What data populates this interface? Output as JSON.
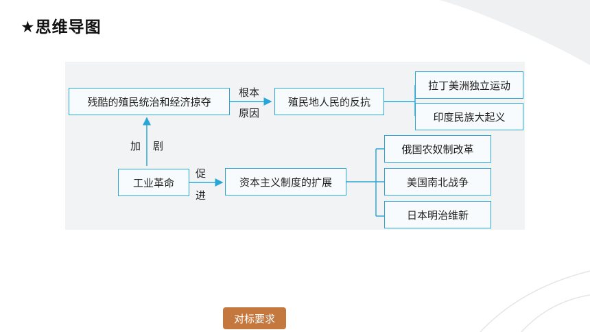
{
  "title": "★思维导图",
  "diagram": {
    "nodes": {
      "colonial_rule": "残酷的殖民统治和经济掠夺",
      "colonial_resistance": "殖民地人民的反抗",
      "latin_america": "拉丁美洲独立运动",
      "india": "印度民族大起义",
      "industrial_revolution": "工业革命",
      "capitalism_expansion": "资本主义制度的扩展",
      "russia_reform": "俄国农奴制改革",
      "us_civil_war": "美国南北战争",
      "meiji_restoration": "日本明治维新"
    },
    "labels": {
      "root_1": "根本",
      "root_2": "原因",
      "intensify_1": "加",
      "intensify_2": "剧",
      "promote_1": "促",
      "promote_2": "进"
    }
  },
  "button": {
    "label": "对标要求"
  },
  "colors": {
    "accent": "#2aa6d6",
    "button": "#c5783e"
  }
}
